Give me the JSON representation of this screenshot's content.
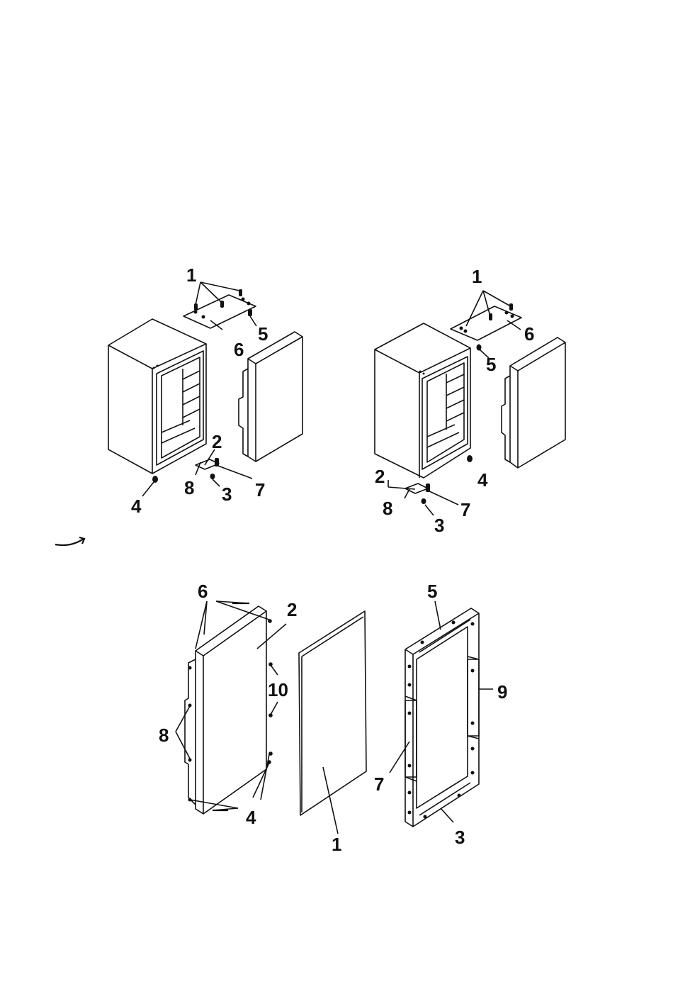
{
  "figure_top_left": {
    "labels": {
      "l1": "1",
      "l6": "6",
      "l5": "5",
      "l2": "2",
      "l4": "4",
      "l8": "8",
      "l3": "3",
      "l7": "7"
    }
  },
  "figure_top_right": {
    "labels": {
      "l1": "1",
      "l6": "6",
      "l5": "5",
      "l4": "4",
      "l2": "2",
      "l8": "8",
      "l7": "7",
      "l3": "3"
    }
  },
  "figure_bottom": {
    "door_labels": {
      "l6": "6",
      "l2": "2",
      "l10": "10",
      "l8": "8",
      "l4": "4"
    },
    "panel_labels": {
      "l1": "1"
    },
    "frame_labels": {
      "l5": "5",
      "l9": "9",
      "l7": "7",
      "l3": "3"
    }
  }
}
